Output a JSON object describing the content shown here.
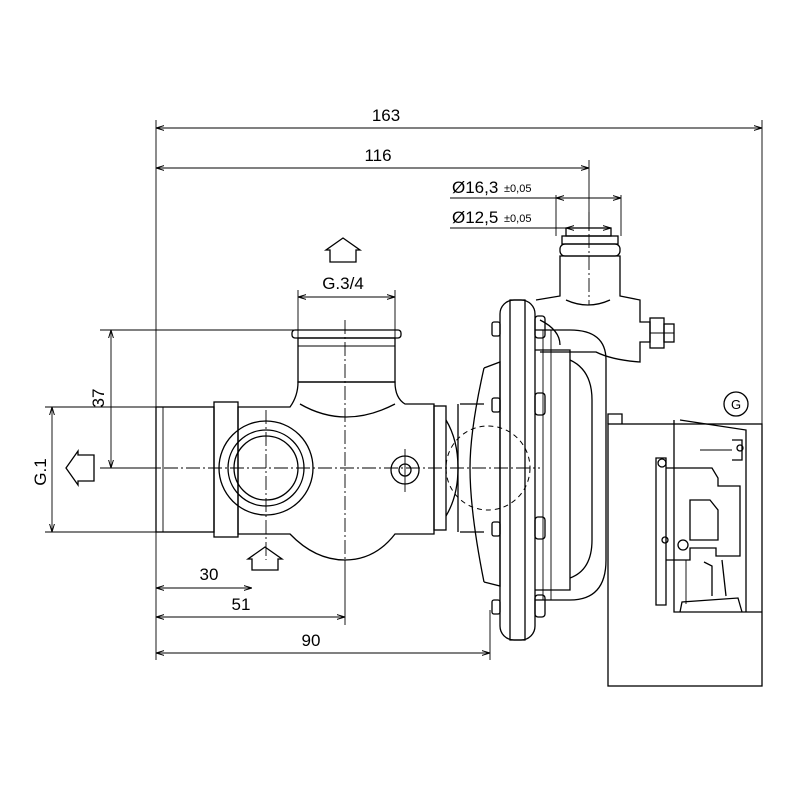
{
  "dimensions": {
    "overall_length": "163",
    "body_length": "116",
    "outer_diameter": "Ø16,3",
    "outer_diameter_tol": "±0,05",
    "inner_diameter": "Ø12,5",
    "inner_diameter_tol": "±0,05",
    "top_thread": "G.3/4",
    "side_thread": "G.1",
    "offset_height": "37",
    "dim_30": "30",
    "dim_51": "51",
    "dim_90": "90"
  },
  "labels": {
    "circle_marker": "G"
  },
  "icons": {
    "flow_arrow_top": "house-arrow-up-icon",
    "flow_arrow_bottom": "house-arrow-up-icon",
    "flow_arrow_left": "house-arrow-up-icon"
  }
}
